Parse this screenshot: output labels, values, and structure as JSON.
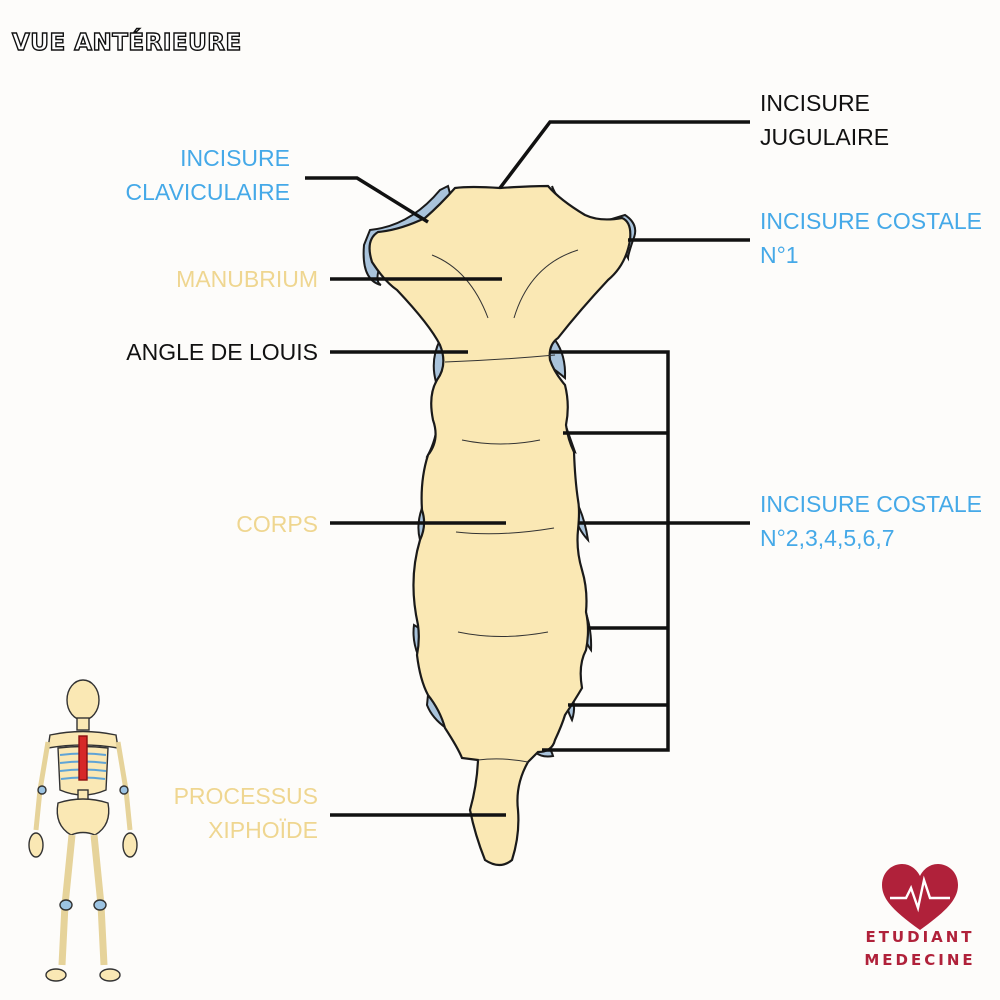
{
  "view_title": "VUE ANTÉRIEURE",
  "labels": {
    "incisure_jugulaire": [
      "INCISURE",
      "JUGULAIRE"
    ],
    "incisure_claviculaire": [
      "INCISURE",
      "CLAVICULAIRE"
    ],
    "incisure_costale_1": [
      "INCISURE COSTALE",
      "N°1"
    ],
    "manubrium": "MANUBRIUM",
    "angle_de_louis": "ANGLE DE LOUIS",
    "corps": "CORPS",
    "incisure_costale_2_7": [
      "INCISURE COSTALE",
      "N°2,3,4,5,6,7"
    ],
    "processus_xiphoide": [
      "PROCESSUS",
      "XIPHOÏDE"
    ]
  },
  "brand": [
    "ETUDIANT",
    "MEDECINE"
  ],
  "colors": {
    "bone": "#fae8b4",
    "cartilage": "#a9c3db",
    "blue_label": "#45a9e8",
    "yellow_label": "#efd690",
    "dark_label": "#111111",
    "brand": "#b0213a",
    "highlight": "#d62828"
  },
  "icons": {
    "skeleton": "skeleton-figure-icon",
    "heart": "heart-pulse-icon"
  }
}
